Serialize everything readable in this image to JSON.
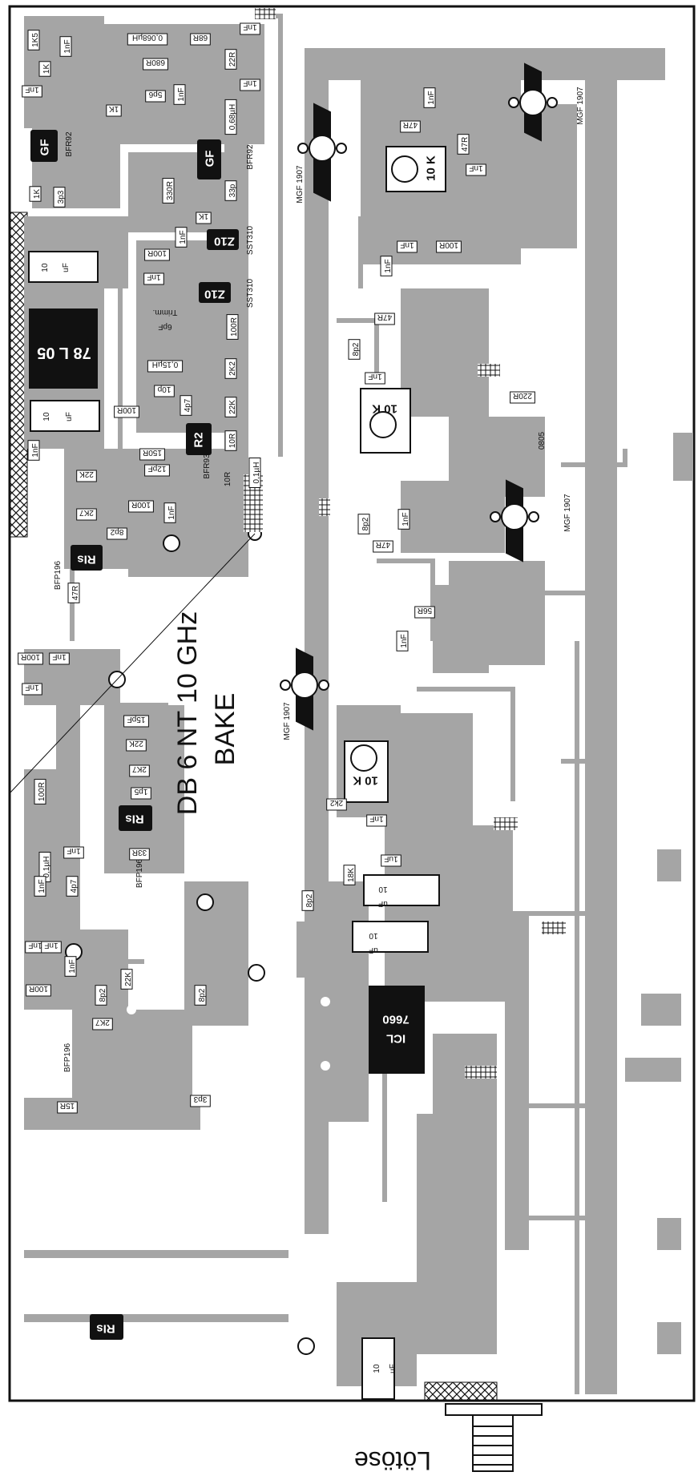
{
  "diagram": {
    "title_line1": "DB 6 NT  10 GHz",
    "title_line2": "BAKE",
    "connector_label": "Lötöse",
    "labels": [
      {
        "id": "l01",
        "text": "1K5"
      },
      {
        "id": "l02",
        "text": "1nF"
      },
      {
        "id": "l03",
        "text": "0,068µH"
      },
      {
        "id": "l04",
        "text": "68R"
      },
      {
        "id": "l05",
        "text": "1nF"
      },
      {
        "id": "l06",
        "text": "1K"
      },
      {
        "id": "l07",
        "text": "680R"
      },
      {
        "id": "l08",
        "text": "22R"
      },
      {
        "id": "l09",
        "text": "1nF"
      },
      {
        "id": "l10",
        "text": "1nF"
      },
      {
        "id": "l11",
        "text": "1nF"
      },
      {
        "id": "l12",
        "text": "5p6"
      },
      {
        "id": "l13",
        "text": "1K"
      },
      {
        "id": "l14",
        "text": "0,68µH"
      },
      {
        "id": "l15",
        "text": "BFR92"
      },
      {
        "id": "l16",
        "text": "BFR92"
      },
      {
        "id": "l17",
        "text": "1K"
      },
      {
        "id": "l18",
        "text": "3p3"
      },
      {
        "id": "l19",
        "text": "330R"
      },
      {
        "id": "l20",
        "text": "33p"
      },
      {
        "id": "l21",
        "text": "1K"
      },
      {
        "id": "l22",
        "text": "1nF"
      },
      {
        "id": "l23",
        "text": "100R"
      },
      {
        "id": "l24",
        "text": "SST310"
      },
      {
        "id": "l25",
        "text": "1nF"
      },
      {
        "id": "l26",
        "text": "SST310"
      },
      {
        "id": "l27",
        "text": "10"
      },
      {
        "id": "l28",
        "text": "uF"
      },
      {
        "id": "l29",
        "text": "78 L 05"
      },
      {
        "id": "l30",
        "text": "Trimm."
      },
      {
        "id": "l31",
        "text": "6pF"
      },
      {
        "id": "l32",
        "text": "100R"
      },
      {
        "id": "l33",
        "text": "0,15µH"
      },
      {
        "id": "l34",
        "text": "2K2"
      },
      {
        "id": "l35",
        "text": "10p"
      },
      {
        "id": "l36",
        "text": "4p7"
      },
      {
        "id": "l37",
        "text": "22K"
      },
      {
        "id": "l38",
        "text": "100R"
      },
      {
        "id": "l39",
        "text": "10"
      },
      {
        "id": "l40",
        "text": "uF"
      },
      {
        "id": "l41",
        "text": "150R"
      },
      {
        "id": "l42",
        "text": "12pF"
      },
      {
        "id": "l43",
        "text": "10R"
      },
      {
        "id": "l44",
        "text": "1nF"
      },
      {
        "id": "l45",
        "text": "BFR93"
      },
      {
        "id": "l46",
        "text": "10R"
      },
      {
        "id": "l47",
        "text": "0,1µH"
      },
      {
        "id": "l48",
        "text": "22K"
      },
      {
        "id": "l49",
        "text": "2K7"
      },
      {
        "id": "l50",
        "text": "100R"
      },
      {
        "id": "l51",
        "text": "1nF"
      },
      {
        "id": "l52",
        "text": "8p2"
      },
      {
        "id": "l53",
        "text": "BFP196"
      },
      {
        "id": "l54",
        "text": "47R"
      },
      {
        "id": "l55",
        "text": "100R"
      },
      {
        "id": "l56",
        "text": "1nF"
      },
      {
        "id": "l57",
        "text": "1nF"
      },
      {
        "id": "l58",
        "text": "15pF"
      },
      {
        "id": "l59",
        "text": "22K"
      },
      {
        "id": "l60",
        "text": "2K7"
      },
      {
        "id": "l61",
        "text": "1p5"
      },
      {
        "id": "l62",
        "text": "100R"
      },
      {
        "id": "l63",
        "text": "33R"
      },
      {
        "id": "l64",
        "text": "0,1µH"
      },
      {
        "id": "l65",
        "text": "BFP196"
      },
      {
        "id": "l66",
        "text": "1nF"
      },
      {
        "id": "l67",
        "text": "4p7"
      },
      {
        "id": "l68",
        "text": "1nF"
      },
      {
        "id": "l69",
        "text": "1nF"
      },
      {
        "id": "l70",
        "text": "100R"
      },
      {
        "id": "l71",
        "text": "22K"
      },
      {
        "id": "l72",
        "text": "2K7"
      },
      {
        "id": "l73",
        "text": "8p2"
      },
      {
        "id": "l74",
        "text": "BFP196"
      },
      {
        "id": "l75",
        "text": "15R"
      },
      {
        "id": "l76",
        "text": "3p3"
      },
      {
        "id": "l77",
        "text": "MGF 1907"
      },
      {
        "id": "l78",
        "text": "47R"
      },
      {
        "id": "l79",
        "text": "1nF"
      },
      {
        "id": "l80",
        "text": "47R"
      },
      {
        "id": "l81",
        "text": "10 K"
      },
      {
        "id": "l82",
        "text": "1nF"
      },
      {
        "id": "l83",
        "text": "MGF 1907"
      },
      {
        "id": "l84",
        "text": "1nF"
      },
      {
        "id": "l85",
        "text": "1nF"
      },
      {
        "id": "l86",
        "text": "100R"
      },
      {
        "id": "l87",
        "text": "47R"
      },
      {
        "id": "l88",
        "text": "8p2"
      },
      {
        "id": "l89",
        "text": "1nF"
      },
      {
        "id": "l90",
        "text": "10 K"
      },
      {
        "id": "l91",
        "text": "220R"
      },
      {
        "id": "l92",
        "text": "0805"
      },
      {
        "id": "l93",
        "text": "MGF 1907"
      },
      {
        "id": "l94",
        "text": "8p2"
      },
      {
        "id": "l95",
        "text": "1nF"
      },
      {
        "id": "l96",
        "text": "47R"
      },
      {
        "id": "l97",
        "text": "56R"
      },
      {
        "id": "l98",
        "text": "1nF"
      },
      {
        "id": "l99",
        "text": "MGF 1907"
      },
      {
        "id": "m01",
        "text": "10 K"
      },
      {
        "id": "m02",
        "text": "2k2"
      },
      {
        "id": "m03",
        "text": "1nF"
      },
      {
        "id": "m04",
        "text": "1uF"
      },
      {
        "id": "m05",
        "text": "18K"
      },
      {
        "id": "m06",
        "text": "10"
      },
      {
        "id": "m07",
        "text": "uF"
      },
      {
        "id": "m08",
        "text": "8p2"
      },
      {
        "id": "m09",
        "text": "10"
      },
      {
        "id": "m10",
        "text": "uF"
      },
      {
        "id": "m11",
        "text": "ICL"
      },
      {
        "id": "m12",
        "text": "7660"
      },
      {
        "id": "m13",
        "text": "10"
      },
      {
        "id": "m14",
        "text": "uF"
      },
      {
        "id": "m15",
        "text": "GF"
      },
      {
        "id": "m16",
        "text": "GF"
      },
      {
        "id": "m17",
        "text": "Z10"
      },
      {
        "id": "m18",
        "text": "Z10"
      },
      {
        "id": "m19",
        "text": "R2"
      },
      {
        "id": "m20",
        "text": "RIs"
      },
      {
        "id": "m21",
        "text": "RIs"
      },
      {
        "id": "m22",
        "text": "RIs"
      },
      {
        "id": "m23",
        "text": "1nF"
      },
      {
        "id": "m24",
        "text": "8p2"
      },
      {
        "id": "m25",
        "text": "1nF"
      }
    ]
  }
}
